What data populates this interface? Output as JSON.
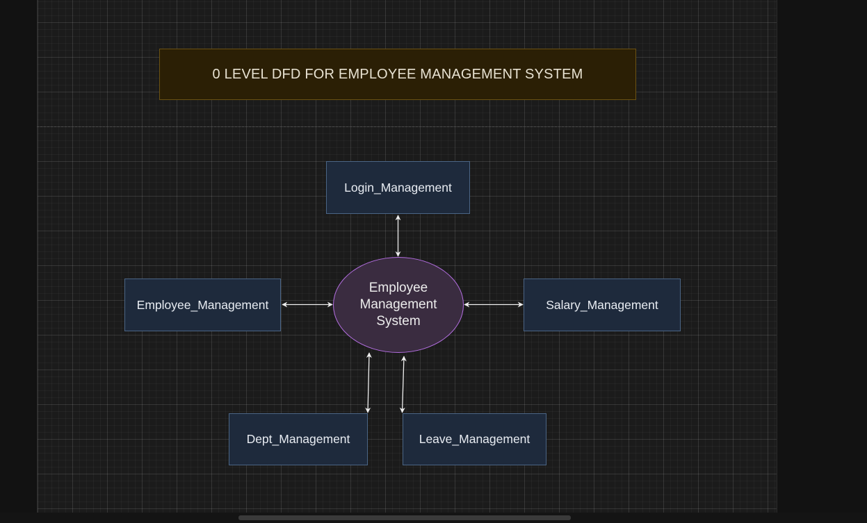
{
  "title": "0 LEVEL DFD FOR EMPLOYEE MANAGEMENT SYSTEM",
  "process": {
    "line1": "Employee",
    "line2": "Management",
    "line3": "System"
  },
  "entities": {
    "login": "Login_Management",
    "employee": "Employee_Management",
    "salary": "Salary_Management",
    "dept": "Dept_Management",
    "leave": "Leave_Management"
  },
  "colors": {
    "entity_fill": "#1e2a3c",
    "entity_stroke": "#4b6585",
    "process_fill": "#3a2c40",
    "process_stroke": "#b36ee0",
    "title_fill": "#2b1f05",
    "title_stroke": "#6b5213",
    "arrow": "#f0f0f0"
  }
}
